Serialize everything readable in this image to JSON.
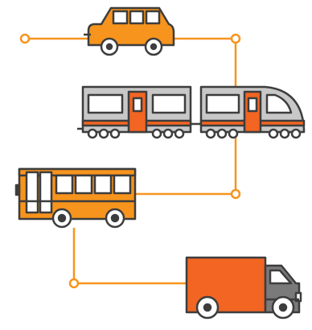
{
  "illustration": {
    "subjects": [
      "car",
      "train",
      "bus",
      "truck"
    ],
    "colors": {
      "outline": "#3d3d3d",
      "orange": "#f7941d",
      "dark_orange": "#f26522",
      "silver": "#c8c8c8",
      "stripe": "#f26522",
      "window": "#ffffff",
      "wheel": "#ffffff",
      "cab": "#7a7a7a",
      "connector": "#f7941d"
    }
  }
}
